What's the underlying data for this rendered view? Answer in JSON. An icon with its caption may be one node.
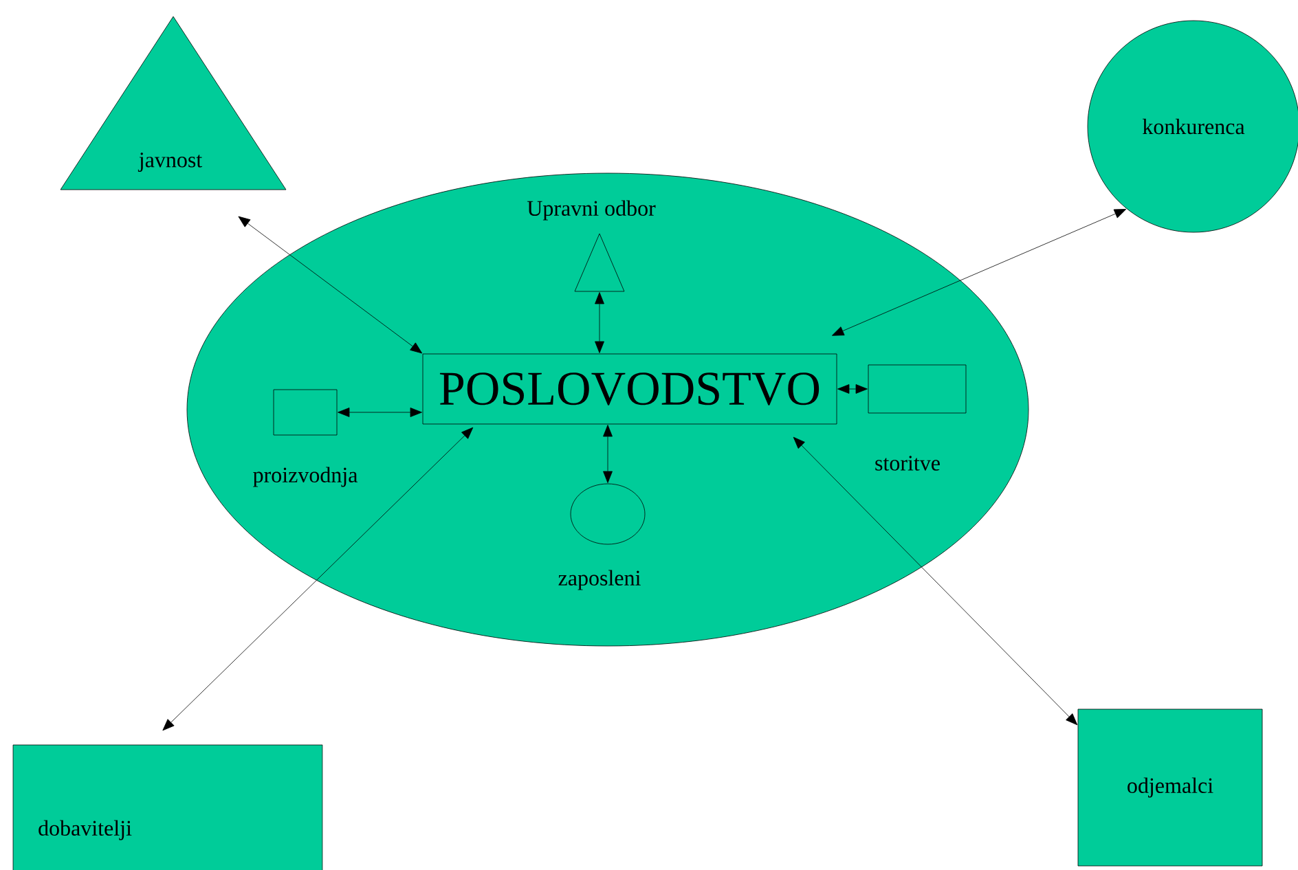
{
  "diagram": {
    "nodes": [
      {
        "text": [
          "javnost"
        ]
      },
      {
        "text": [
          "konkurenca"
        ]
      },
      {
        "text": [],
        "shape": "ellipse"
      },
      {
        "text": [
          "Upravni odbor"
        ],
        "in": 2
      },
      {
        "text": [
          "POSLOVODSTVO"
        ],
        "in": 2
      },
      {
        "text": [
          "proizvodnja"
        ],
        "in": 2
      },
      {
        "text": [
          "storitve"
        ],
        "in": 2
      },
      {
        "text": [
          "zaposleni"
        ],
        "in": 2
      },
      {
        "text": [
          "dobavitelji"
        ]
      },
      {
        "text": [
          "odjemalci"
        ]
      }
    ],
    "edges": [
      {
        "from": 0,
        "to": 4,
        "arrow": "both"
      },
      {
        "from": 1,
        "to": 4,
        "arrow": "both"
      },
      {
        "from": 3,
        "to": 4,
        "arrow": "both"
      },
      {
        "from": 5,
        "to": 4,
        "arrow": "both"
      },
      {
        "from": 4,
        "to": 6,
        "arrow": "both"
      },
      {
        "from": 4,
        "to": 7,
        "arrow": "both"
      },
      {
        "from": 8,
        "to": 4,
        "arrow": "both"
      },
      {
        "from": 9,
        "to": 4,
        "arrow": "both"
      }
    ]
  }
}
